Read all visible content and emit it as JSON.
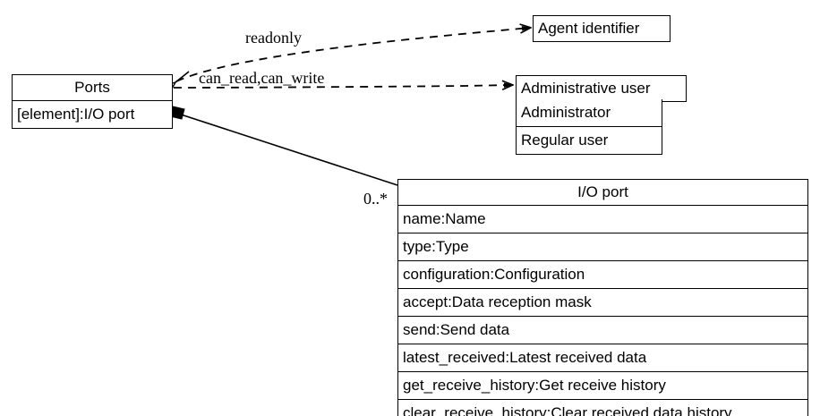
{
  "diagram": {
    "type": "uml-class-diagram",
    "background": "#ffffff",
    "line_color": "#000000",
    "classes": {
      "ports": {
        "name": "Ports",
        "attributes": [
          "[element]:I/O port"
        ]
      },
      "agent_identifier": {
        "name": "Agent identifier",
        "attributes": []
      },
      "administrative_user": {
        "name": "Administrative user",
        "attributes": [
          "Administrator",
          "Regular user"
        ]
      },
      "io_port": {
        "name": "I/O port",
        "attributes": [
          "name:Name",
          "type:Type",
          "configuration:Configuration",
          "accept:Data reception mask",
          "send:Send data",
          "latest_received:Latest received data",
          "get_receive_history:Get receive history",
          "clear_receive_history:Clear received data history"
        ]
      }
    },
    "edges": {
      "readonly": {
        "label": "readonly",
        "style": "dashed",
        "arrow": "open",
        "from": "ports",
        "to": "agent_identifier"
      },
      "can_read_can_write": {
        "label": "can_read,can_write",
        "style": "dashed",
        "arrow": "open",
        "from": "ports",
        "to": "administrative_user"
      },
      "composition": {
        "label": "0..*",
        "style": "solid",
        "arrow": "filled-diamond",
        "from": "ports",
        "to": "io_port"
      }
    }
  }
}
